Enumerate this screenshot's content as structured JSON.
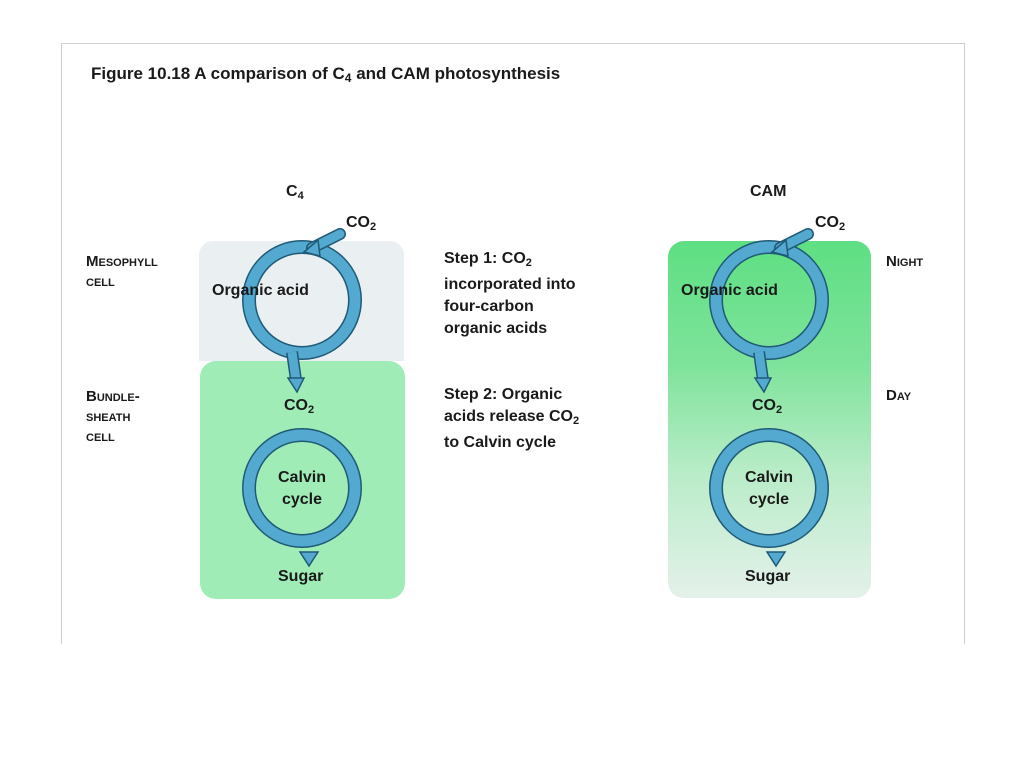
{
  "title": {
    "prefix": "Figure 10.18  A comparison of C",
    "sub": "4",
    "suffix": " and CAM photosynthesis"
  },
  "c4": {
    "heading": "C",
    "heading_sub": "4",
    "co2_in": "CO",
    "co2_in_sub": "2",
    "organic_acid": "Organic acid",
    "co2_mid": "CO",
    "co2_mid_sub": "2",
    "calvin_line1": "Calvin",
    "calvin_line2": "cycle",
    "sugar": "Sugar"
  },
  "side_labels": {
    "mesophyll_line1": "Mesophyll",
    "mesophyll_line2": "cell",
    "bundle_line1": "Bundle-",
    "bundle_line2": "sheath",
    "bundle_line3": "cell"
  },
  "steps": {
    "step1_line1": "Step 1:  CO",
    "step1_sub": "2",
    "step1_line2": "incorporated into",
    "step1_line3": "four-carbon",
    "step1_line4": "organic acids",
    "step2_line1": "Step 2:  Organic",
    "step2_line2": "acids release CO",
    "step2_sub": "2",
    "step2_line3": "to Calvin cycle"
  },
  "cam": {
    "heading": "CAM",
    "co2_in": "CO",
    "co2_in_sub": "2",
    "organic_acid": "Organic acid",
    "co2_mid": "CO",
    "co2_mid_sub": "2",
    "calvin_line1": "Calvin",
    "calvin_line2": "cycle",
    "sugar": "Sugar",
    "night": "Night",
    "day": "Day"
  },
  "colors": {
    "arrow": "#53a9cf",
    "arrow_outline": "#1f5a76",
    "mesophyll_bg": "#eaf0f2",
    "bundle_bg": "#9fecb7",
    "cam_night": "#5edf83",
    "cam_day": "#e4f1ea"
  }
}
